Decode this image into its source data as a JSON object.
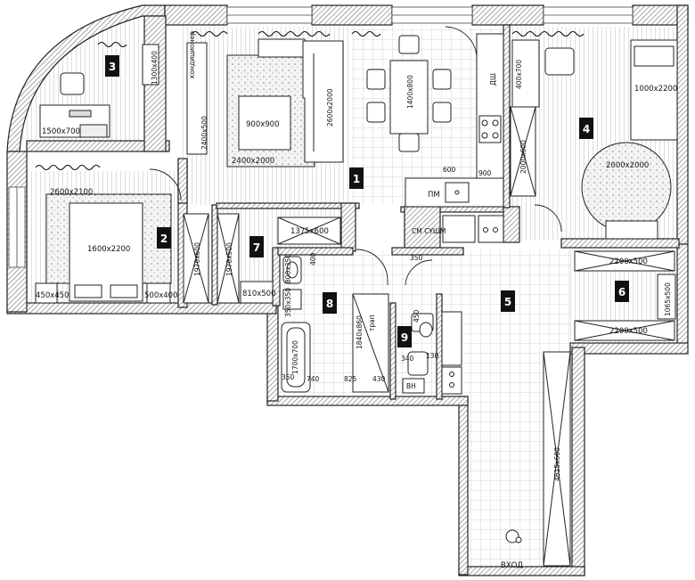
{
  "rooms": {
    "r1": "1",
    "r2": "2",
    "r3": "3",
    "r4": "4",
    "r5": "5",
    "r6": "6",
    "r7": "7",
    "r8": "8",
    "r9": "9"
  },
  "labels": {
    "desk_3": "1500x700",
    "cab_3": "1300x400",
    "ac_unit": "кондиционер",
    "wall_cab_1": "2400x500",
    "rug_small": "900x900",
    "rug_large": "2400x2000",
    "sofa": "2600x2000",
    "table": "1400x800",
    "dishwasher": "ДШ",
    "counter_600": "600",
    "counter_900": "900",
    "pm": "ПМ",
    "rug_2": "2600x2100",
    "bed_2": "1600x2200",
    "night_l": "450x450",
    "night_r": "500x400",
    "wardrobe_2": "1970x600",
    "wardrobe_7": "1970x500",
    "shelf_7": "810x500",
    "hall_cab": "1375x600",
    "sm_sushm": "СМ СУШМ",
    "n350_hall": "350",
    "sink_8": "800x350",
    "n400_8": "400",
    "n350x350": "350x350",
    "bath": "1700x700",
    "shower": "1840x860",
    "trap": "трап",
    "n350_b": "350",
    "n740": "740",
    "n825": "825",
    "n430": "430",
    "n450_9": "450",
    "n340": "340",
    "n130": "130",
    "vn": "ВН",
    "desk_4": "400x700",
    "wardrobe_4": "2000x600",
    "bed_4": "1000x2200",
    "rug_round": "2000x2000",
    "ward_6a": "2200x500",
    "ward_6b": "2200x500",
    "shelf_6": "1065x500",
    "hall_ward": "4615x600",
    "entry": "ВХОД"
  },
  "colors": {
    "wall": "#2a2a2a",
    "hatch": "#9a9a9a",
    "floor_line": "#cfcfcf",
    "tile_line": "#cccccc",
    "room_badge": "#111111"
  }
}
